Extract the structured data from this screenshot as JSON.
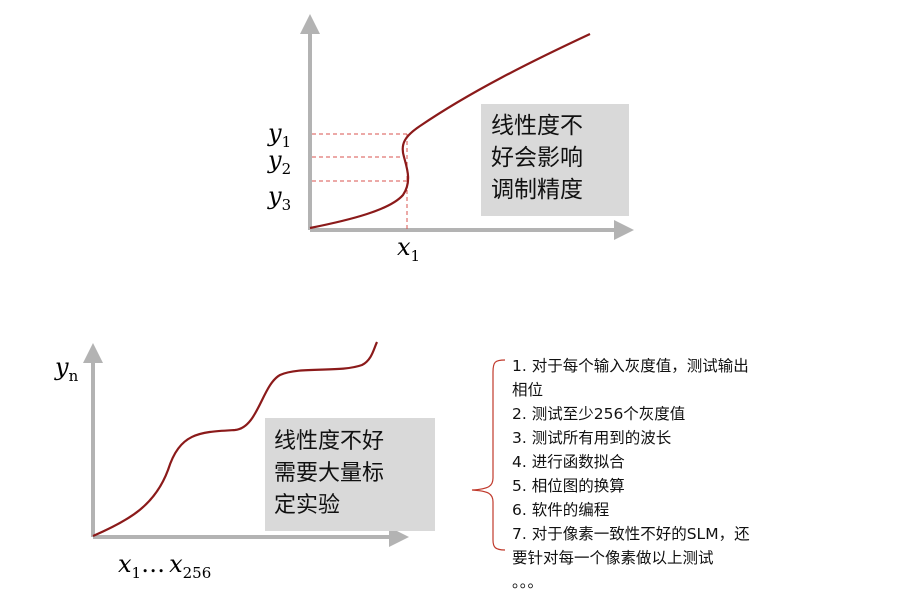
{
  "diagram_top": {
    "y_labels": [
      {
        "base": "y",
        "sub": "1"
      },
      {
        "base": "y",
        "sub": "2"
      },
      {
        "base": "y",
        "sub": "3"
      }
    ],
    "x_label": {
      "base": "x",
      "sub": "1"
    },
    "callout_lines": [
      "线性度不",
      "好会影响",
      "调制精度"
    ],
    "curve_color": "#8b1a1a",
    "guide_color": "#d9534f",
    "axis_color": "#b3b3b3",
    "box_color": "#d9d9d9"
  },
  "diagram_bottom": {
    "y_label": {
      "base": "y",
      "sub": "n"
    },
    "x_label": {
      "base_a": "x",
      "sub_a": "1",
      "ellipsis": "…",
      "base_b": "x",
      "sub_b": "256"
    },
    "callout_lines": [
      "线性度不好",
      "需要大量标",
      "定实验"
    ],
    "list_items": [
      "1. 对于每个输入灰度值，测试输出",
      "相位",
      "2. 测试至少256个灰度值",
      "3. 测试所有用到的波长",
      "4. 进行函数拟合",
      "5. 相位图的换算",
      "6. 软件的编程",
      "7. 对于像素一致性不好的SLM，还",
      "要针对每一个像素做以上测试",
      "。。。"
    ],
    "brace_color": "#c0392b"
  }
}
